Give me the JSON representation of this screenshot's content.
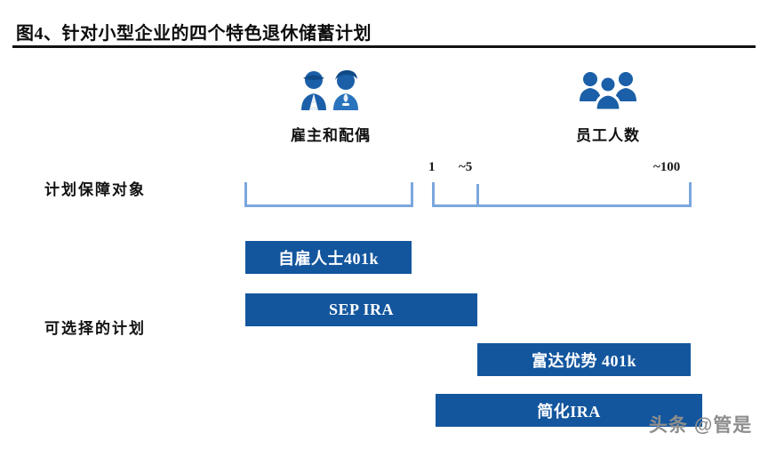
{
  "figure": {
    "title": "图4、针对小型企业的四个特色退休储蓄计划",
    "accent_color": "#13569e",
    "bracket_color": "#7ba7dd",
    "rule_color": "#111111"
  },
  "header_groups": [
    {
      "icon": "two-people-icon",
      "caption": "雇主和配偶"
    },
    {
      "icon": "three-people-group-icon",
      "caption": "员工人数"
    }
  ],
  "rows": {
    "coverage_label": "计划保障对象",
    "plans_label": "可选择的计划"
  },
  "scale": {
    "ticks": [
      {
        "label": "1"
      },
      {
        "label": "~5"
      },
      {
        "label": "~100"
      }
    ]
  },
  "plans": [
    {
      "label": "自雇人士401k"
    },
    {
      "label": "SEP IRA"
    },
    {
      "label": "富达优势 401k"
    },
    {
      "label": "简化IRA"
    }
  ],
  "watermark": {
    "text": "头条 @管是"
  },
  "chart_data": {
    "type": "bar",
    "title": "图4、针对小型企业的四个特色退休储蓄计划",
    "xlabel": "员工人数",
    "ylabel": "可选择的计划",
    "x_tick_labels": [
      "1",
      "~5",
      "~100"
    ],
    "orientation": "horizontal",
    "grid": false,
    "legend": "none",
    "categories": [
      "自雇人士401k",
      "SEP IRA",
      "富达优势 401k",
      "简化IRA"
    ],
    "ranges": [
      {
        "name": "自雇人士401k",
        "start": "雇主和配偶",
        "end": "雇主和配偶"
      },
      {
        "name": "SEP IRA",
        "start": "雇主和配偶",
        "end": "~5"
      },
      {
        "name": "富达优势 401k",
        "start": "~5",
        "end": "~100"
      },
      {
        "name": "简化IRA",
        "start": "1",
        "end": "~100"
      }
    ],
    "annotations": [
      {
        "text": "雇主和配偶",
        "type": "group-bracket"
      },
      {
        "text": "员工人数",
        "type": "group-bracket"
      }
    ]
  }
}
